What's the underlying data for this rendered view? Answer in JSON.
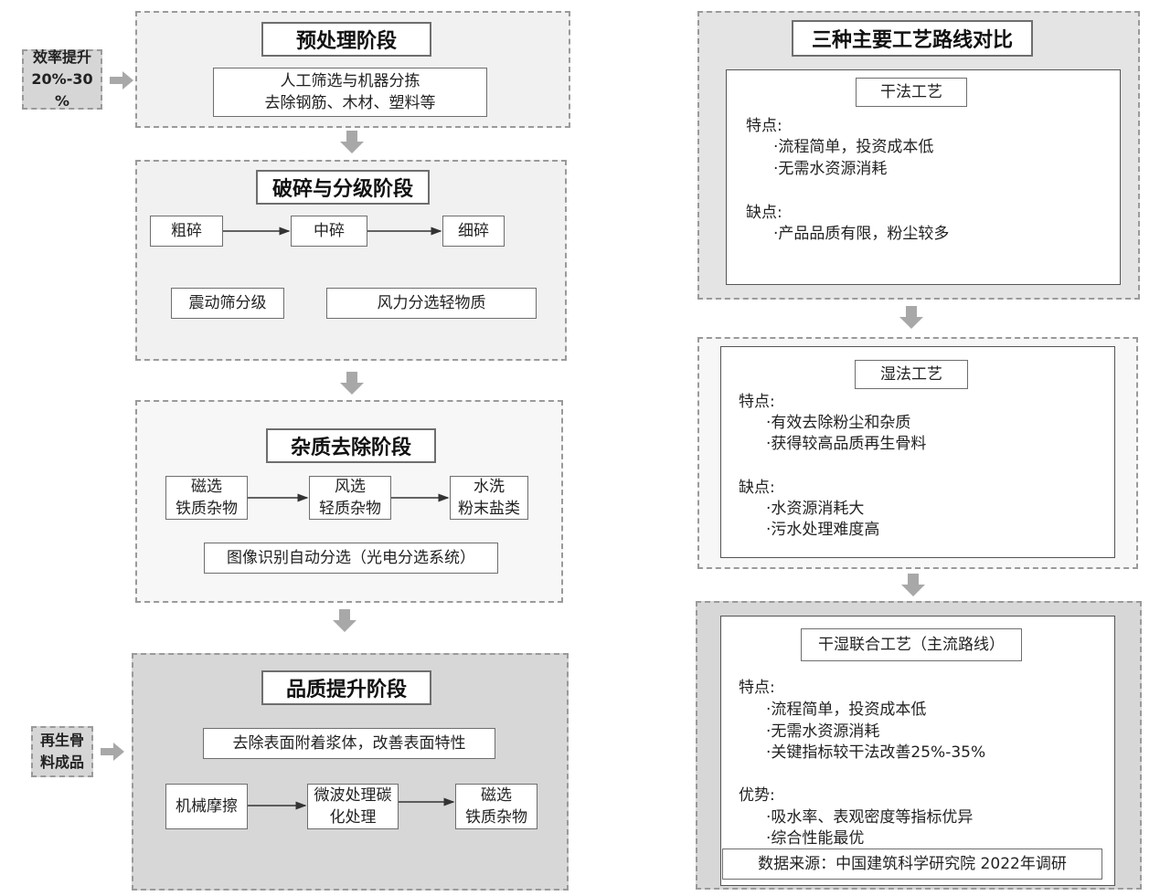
{
  "left": {
    "efficiency_badge": [
      "效率提升",
      "20%-30",
      "%"
    ],
    "product_badge": [
      "再生骨",
      "料成品"
    ],
    "pretreat": {
      "title": "预处理阶段",
      "box_lines": [
        "人工筛选与机器分拣",
        "去除钢筋、木材、塑料等"
      ]
    },
    "crush": {
      "title": "破碎与分级阶段",
      "steps": [
        "粗碎",
        "中碎",
        "细碎"
      ],
      "vibrate": "震动筛分级",
      "wind": "风力分选轻物质"
    },
    "impurity": {
      "title": "杂质去除阶段",
      "steps": [
        {
          "l1": "磁选",
          "l2": "铁质杂物"
        },
        {
          "l1": "风选",
          "l2": "轻质杂物"
        },
        {
          "l1": "水洗",
          "l2": "粉末盐类"
        }
      ],
      "image": "图像识别自动分选（光电分选系统）"
    },
    "quality": {
      "title": "品质提升阶段",
      "remove": "去除表面附着浆体，改善表面特性",
      "steps": [
        {
          "l1": "机械摩擦",
          "l2": ""
        },
        {
          "l1": "微波处理碳",
          "l2": "化处理"
        },
        {
          "l1": "磁选",
          "l2": "铁质杂物"
        }
      ]
    }
  },
  "right": {
    "title": "三种主要工艺路线对比",
    "dry": {
      "name": "干法工艺",
      "feat_label": "特点:",
      "feat": [
        "·流程简单，投资成本低",
        "·无需水资源消耗"
      ],
      "cons_label": "缺点:",
      "cons": [
        "·产品品质有限，粉尘较多"
      ]
    },
    "wet": {
      "name": "湿法工艺",
      "feat_label": "特点:",
      "feat": [
        "·有效去除粉尘和杂质",
        "·获得较高品质再生骨料"
      ],
      "cons_label": "缺点:",
      "cons": [
        "·水资源消耗大",
        "·污水处理难度高"
      ]
    },
    "combined": {
      "name": "干湿联合工艺（主流路线）",
      "feat_label": "特点:",
      "feat": [
        "·流程简单，投资成本低",
        "·无需水资源消耗",
        "·关键指标较干法改善25%-35%"
      ],
      "adv_label": "优势:",
      "adv": [
        "·吸水率、表观密度等指标优异",
        "·综合性能最优"
      ],
      "source": "数据来源：中国建筑科学研究院 2022年调研"
    }
  }
}
